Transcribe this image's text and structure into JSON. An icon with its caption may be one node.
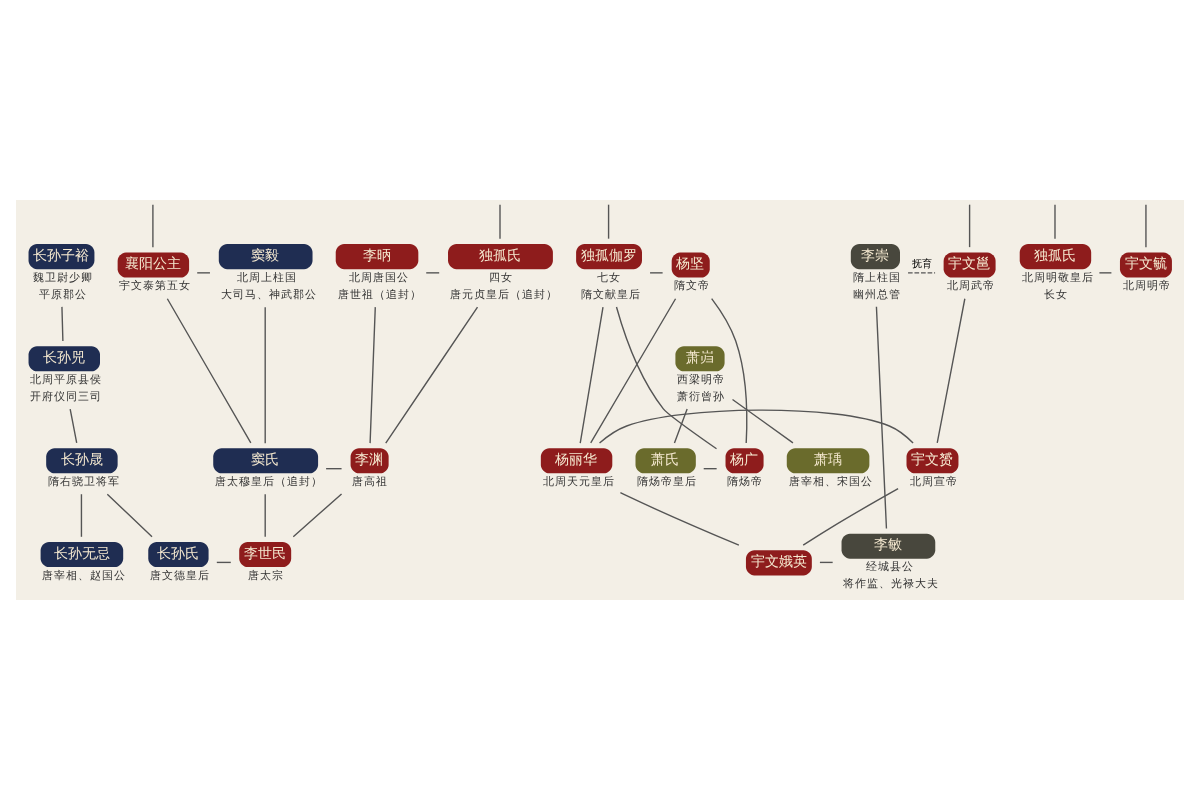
{
  "diagram": {
    "nodes": [
      {
        "text": [
          "长孙子裕"
        ],
        "beside": [
          "魏卫尉少卿",
          "平原郡公"
        ]
      },
      {
        "text": [
          "襄阳公主"
        ],
        "beside": [
          "宇文泰第五女"
        ]
      },
      {
        "text": [
          "窦毅"
        ],
        "beside": [
          "北周上柱国",
          "大司马、神武郡公"
        ]
      },
      {
        "text": [
          "李昞"
        ],
        "beside": [
          "北周唐国公",
          "唐世祖（追封）"
        ]
      },
      {
        "text": [
          "独孤氏"
        ],
        "beside": [
          "四女",
          "唐元贞皇后（追封）"
        ]
      },
      {
        "text": [
          "独孤伽罗"
        ],
        "beside": [
          "七女",
          "隋文献皇后"
        ]
      },
      {
        "text": [
          "杨坚"
        ],
        "beside": [
          "隋文帝"
        ]
      },
      {
        "text": [
          "宇文邕"
        ],
        "beside": [
          "北周武帝"
        ]
      },
      {
        "text": [
          "独孤氏"
        ],
        "beside": [
          "北周明敬皇后",
          "长女"
        ]
      },
      {
        "text": [
          "宇文毓"
        ],
        "beside": [
          "北周明帝"
        ]
      },
      {
        "text": [
          "李崇"
        ],
        "beside": [
          "隋上柱国",
          "幽州总管"
        ]
      },
      {
        "text": [
          "长孙兕"
        ],
        "beside": [
          "北周平原县侯",
          "开府仪同三司"
        ]
      },
      {
        "text": [
          "萧岿"
        ],
        "beside": [
          "西梁明帝",
          "萧衍曾孙"
        ]
      },
      {
        "text": [
          "长孙晟"
        ],
        "beside": [
          "隋右骁卫将军"
        ]
      },
      {
        "text": [
          "窦氏"
        ],
        "beside": [
          "唐太穆皇后（追封）"
        ]
      },
      {
        "text": [
          "李渊"
        ],
        "beside": [
          "唐高祖"
        ]
      },
      {
        "text": [
          "萧瑀"
        ],
        "beside": [
          "唐宰相、宋国公"
        ]
      },
      {
        "text": [
          "萧氏"
        ],
        "beside": [
          "隋炀帝皇后"
        ]
      },
      {
        "text": [
          "杨广"
        ],
        "beside": [
          "隋炀帝"
        ]
      },
      {
        "text": [
          "杨丽华"
        ],
        "beside": [
          "北周天元皇后"
        ]
      },
      {
        "text": [
          "宇文赟"
        ],
        "beside": [
          "北周宣帝"
        ]
      },
      {
        "text": [
          "长孙无忌"
        ],
        "beside": [
          "唐宰相、赵国公"
        ]
      },
      {
        "text": [
          "长孙氏"
        ],
        "beside": [
          "唐文德皇后"
        ]
      },
      {
        "text": [
          "李世民"
        ],
        "beside": [
          "唐太宗"
        ]
      },
      {
        "text": [
          "宇文娥英"
        ]
      },
      {
        "text": [
          "李敏"
        ],
        "beside": [
          "经城县公",
          "将作监、光禄大夫"
        ]
      }
    ],
    "edges": [
      {
        "from": null,
        "to": 1,
        "arrow": "none"
      },
      {
        "from": null,
        "to": 7,
        "arrow": "none"
      },
      {
        "from": null,
        "to": 9,
        "arrow": "none"
      },
      {
        "from": null,
        "to": 4,
        "arrow": "none"
      },
      {
        "from": null,
        "to": 5,
        "arrow": "none"
      },
      {
        "from": null,
        "to": 8,
        "arrow": "none"
      },
      {
        "from": 1,
        "to": 2,
        "arrow": "none"
      },
      {
        "from": 3,
        "to": 4,
        "arrow": "none"
      },
      {
        "from": 5,
        "to": 6,
        "arrow": "none"
      },
      {
        "from": 8,
        "to": 9,
        "arrow": "none"
      },
      {
        "from": 10,
        "to": 7,
        "arrow": "none",
        "label": "抚育",
        "style": "dashed"
      },
      {
        "from": 0,
        "to": 11,
        "arrow": "none"
      },
      {
        "from": 11,
        "to": 13,
        "arrow": "none"
      },
      {
        "from": 1,
        "to": 14,
        "arrow": "none"
      },
      {
        "from": 2,
        "to": 14,
        "arrow": "none"
      },
      {
        "from": 3,
        "to": 15,
        "arrow": "none"
      },
      {
        "from": 4,
        "to": 15,
        "arrow": "none"
      },
      {
        "from": 12,
        "to": 16,
        "arrow": "none"
      },
      {
        "from": 12,
        "to": 17,
        "arrow": "none"
      },
      {
        "from": 5,
        "to": 18,
        "arrow": "none"
      },
      {
        "from": 6,
        "to": 18,
        "arrow": "none"
      },
      {
        "from": 5,
        "to": 19,
        "arrow": "none"
      },
      {
        "from": 6,
        "to": 19,
        "arrow": "none"
      },
      {
        "from": 7,
        "to": 20,
        "arrow": "none"
      },
      {
        "from": 14,
        "to": 15,
        "arrow": "none"
      },
      {
        "from": 17,
        "to": 18,
        "arrow": "none"
      },
      {
        "from": 19,
        "to": 20,
        "arrow": "none"
      },
      {
        "from": 13,
        "to": 21,
        "arrow": "none"
      },
      {
        "from": 13,
        "to": 22,
        "arrow": "none"
      },
      {
        "from": 14,
        "to": 23,
        "arrow": "none"
      },
      {
        "from": 15,
        "to": 23,
        "arrow": "none"
      },
      {
        "from": 22,
        "to": 23,
        "arrow": "none"
      },
      {
        "from": 19,
        "to": 24,
        "arrow": "none"
      },
      {
        "from": 20,
        "to": 24,
        "arrow": "none"
      },
      {
        "from": 10,
        "to": 25,
        "arrow": "none"
      },
      {
        "from": 24,
        "to": 25,
        "arrow": "none"
      }
    ]
  }
}
